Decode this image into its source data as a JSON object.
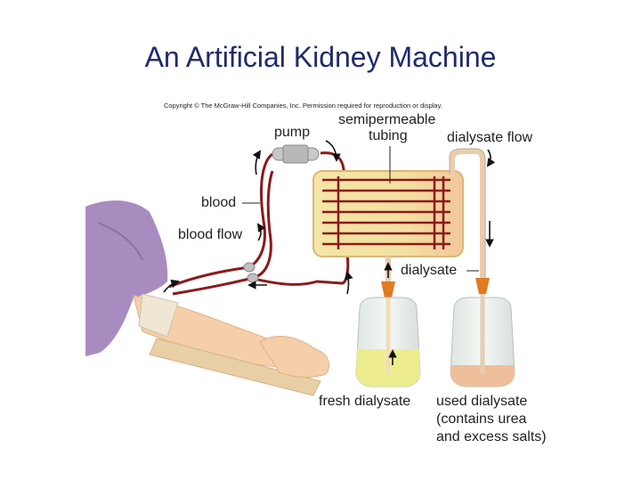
{
  "title": "An Artificial Kidney Machine",
  "copyright": "Copyright © The McGraw-Hill Companies, Inc. Permission required for reproduction or display.",
  "labels": {
    "semipermeable": "semipermeable",
    "tubing": "tubing",
    "pump": "pump",
    "dialysate_flow": "dialysate flow",
    "blood": "blood",
    "blood_flow": "blood flow",
    "dialysate": "dialysate",
    "fresh_dialysate": "fresh dialysate",
    "used_dialysate_1": "used dialysate",
    "used_dialysate_2": "(contains urea",
    "used_dialysate_3": "and excess salts)"
  },
  "colors": {
    "title": "#1f2a6b",
    "blood_tube": "#8b1a1a",
    "chamber": "#f3e6a6",
    "chamber_used": "#f2c79a",
    "dialysate_tube": "#e8cdb0",
    "fresh_fluid": "#ecec8a",
    "used_fluid": "#eebf9a",
    "sleeve": "#a88cbf",
    "skin": "#f5cfaa"
  }
}
